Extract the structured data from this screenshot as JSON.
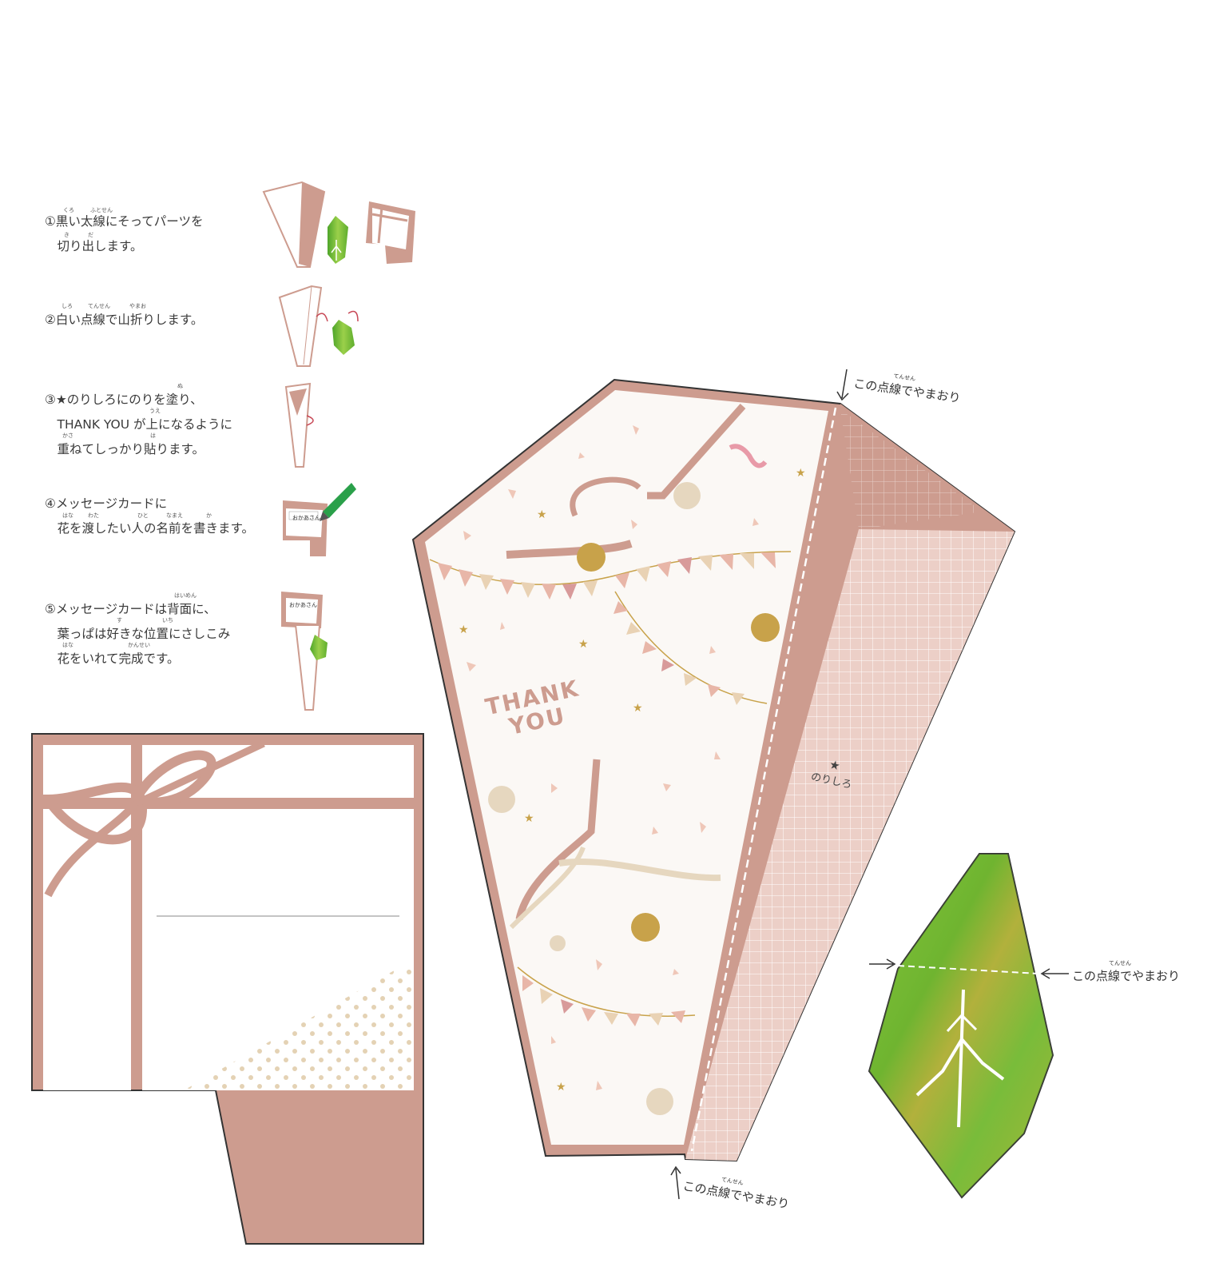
{
  "steps": [
    {
      "text": "①黒い太線にそってパーツを\n　切り出します。",
      "ruby": [
        [
          "くろ",
          79,
          258
        ],
        [
          "ふとせん",
          113,
          258
        ],
        [
          "き",
          80,
          289
        ],
        [
          "だ",
          110,
          289
        ]
      ]
    },
    {
      "text": "②白い点線で山折りします。",
      "ruby": [
        [
          "しろ",
          77,
          378
        ],
        [
          "てんせん",
          110,
          378
        ],
        [
          "やまお",
          162,
          378
        ]
      ]
    },
    {
      "text": "③★のりしろにのりを塗り、\n　THANK YOU が上になるように\n　重ねてしっかり貼ります。",
      "ruby": [
        [
          "ぬ",
          222,
          478
        ],
        [
          "うえ",
          187,
          509
        ],
        [
          "かさ",
          78,
          540
        ],
        [
          "は",
          188,
          540
        ]
      ]
    },
    {
      "text": "④メッセージカードに\n　花を渡したい人の名前を書きます。",
      "ruby": [
        [
          "はな",
          78,
          640
        ],
        [
          "わた",
          110,
          640
        ],
        [
          "ひと",
          172,
          640
        ],
        [
          "なまえ",
          208,
          640
        ],
        [
          "か",
          258,
          640
        ]
      ]
    },
    {
      "text": "⑤メッセージカードは背面に、\n　葉っぱは好きな位置にさしこみ\n　花をいれて完成です。",
      "ruby": [
        [
          "はいめん",
          218,
          740
        ],
        [
          "す",
          146,
          771
        ],
        [
          "いち",
          203,
          771
        ],
        [
          "はな",
          78,
          802
        ],
        [
          "かんせい",
          160,
          802
        ]
      ]
    }
  ],
  "card": {
    "name_tag": "おかあさん"
  },
  "wrap": {
    "greeting_line1": "THANK",
    "greeting_line2": "YOU"
  },
  "fold_label": "この点線でやまおり",
  "fold_ruby": "てんせん",
  "glue_star": "★",
  "glue_label": "のりしろ",
  "colors": {
    "rose": "#cd9c8f",
    "gold": "#c8a24a",
    "leaf": "#7cbf3e",
    "grid": "#eccfc7"
  }
}
